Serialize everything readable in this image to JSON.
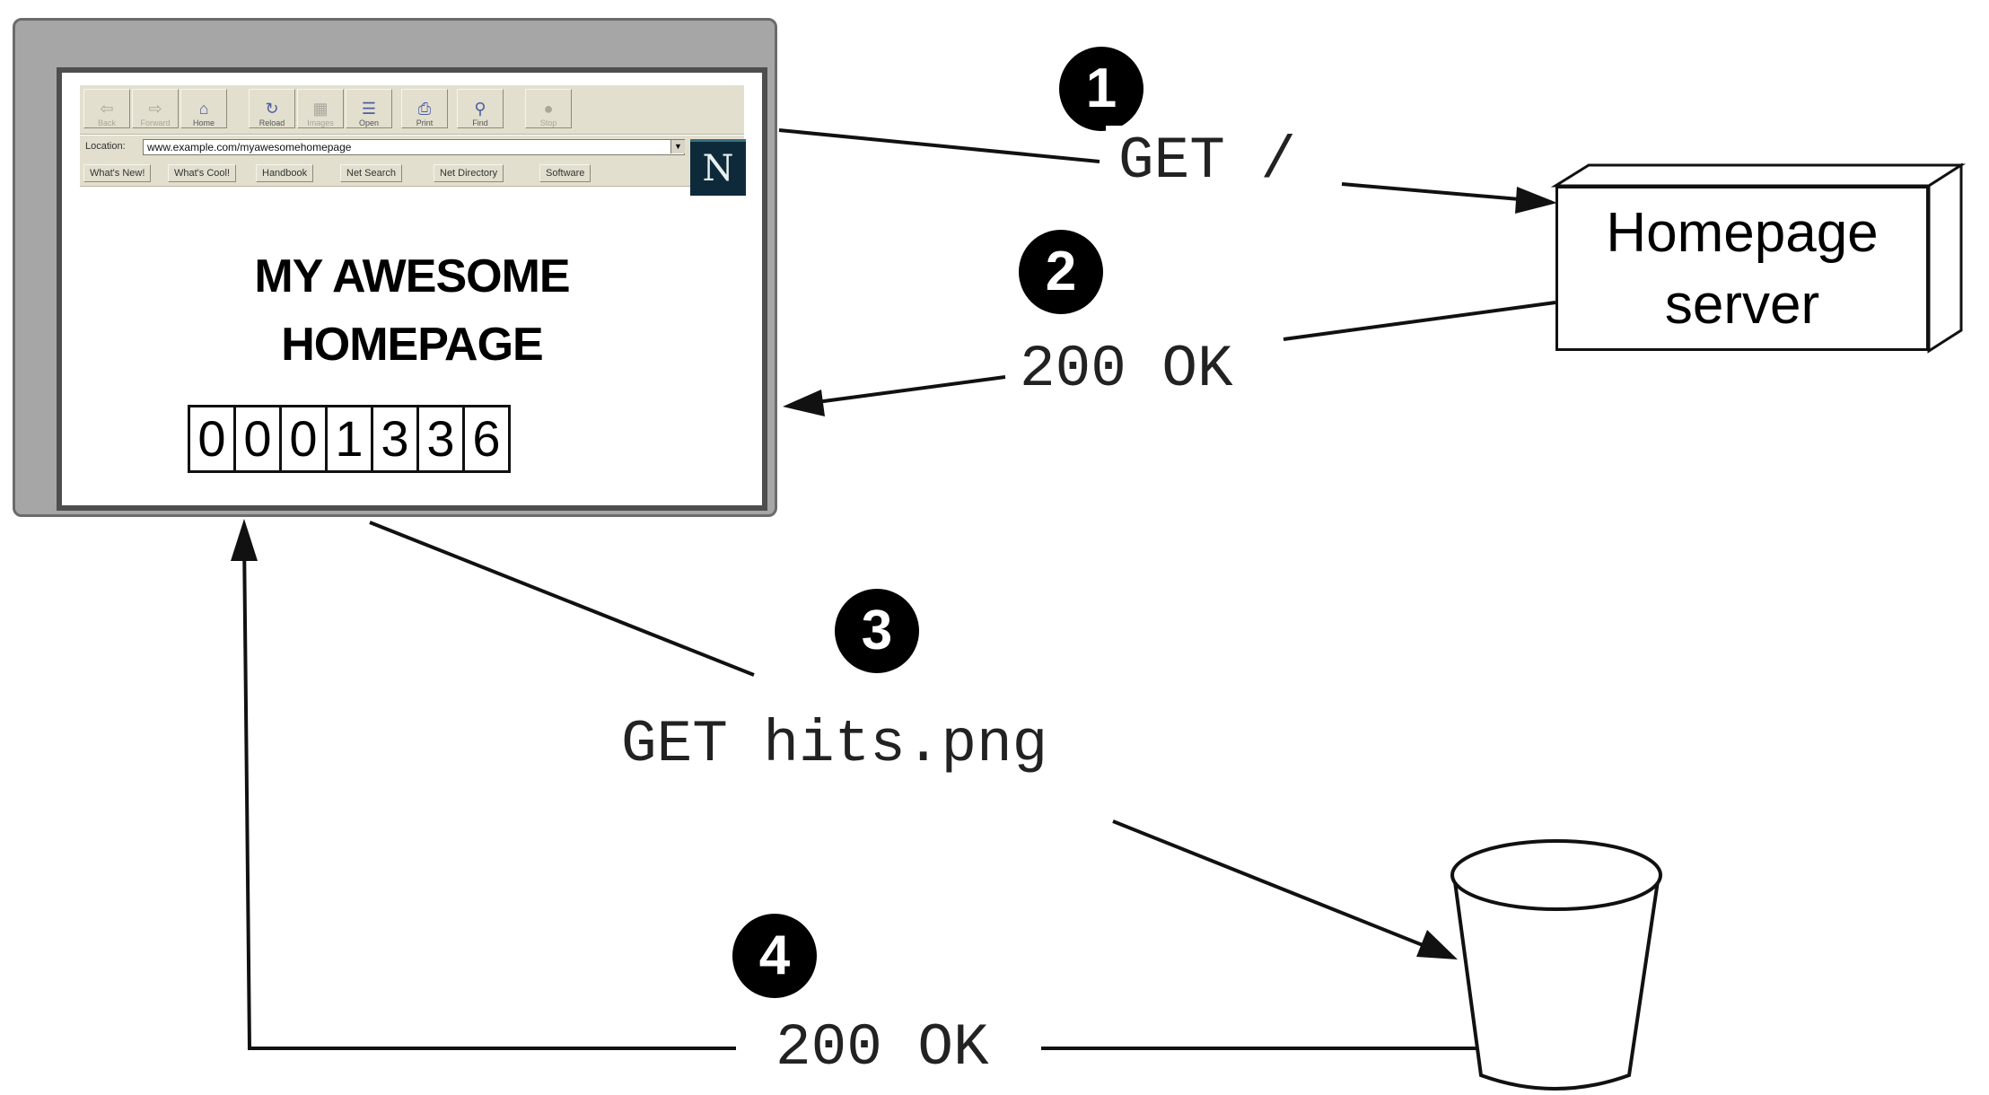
{
  "browser": {
    "toolbar_buttons": [
      {
        "label": "Back",
        "icon": "arrow-left-icon",
        "enabled": false
      },
      {
        "label": "Forward",
        "icon": "arrow-right-icon",
        "enabled": false
      },
      {
        "label": "Home",
        "icon": "home-icon",
        "enabled": true
      },
      {
        "label": "Reload",
        "icon": "reload-icon",
        "enabled": true
      },
      {
        "label": "Images",
        "icon": "images-icon",
        "enabled": false
      },
      {
        "label": "Open",
        "icon": "open-icon",
        "enabled": true
      },
      {
        "label": "Print",
        "icon": "print-icon",
        "enabled": true
      },
      {
        "label": "Find",
        "icon": "find-icon",
        "enabled": true
      },
      {
        "label": "Stop",
        "icon": "stop-icon",
        "enabled": false
      }
    ],
    "location_label": "Location:",
    "location_value": "www.example.com/myawesomehomepage",
    "links": [
      "What's New!",
      "What's Cool!",
      "Handbook",
      "Net Search",
      "Net Directory",
      "Software"
    ],
    "logo_letter": "N",
    "page_heading_line1": "MY AWESOME",
    "page_heading_line2": "HOMEPAGE",
    "counter_digits": [
      "0",
      "0",
      "0",
      "1",
      "3",
      "3",
      "6"
    ]
  },
  "flow": {
    "step1_number": "1",
    "step1_label": "GET /",
    "step2_number": "2",
    "step2_label": "200 OK",
    "step3_number": "3",
    "step3_label": "GET hits.png",
    "step4_number": "4",
    "step4_label": "200 OK"
  },
  "server": {
    "line1": "Homepage",
    "line2": "server"
  }
}
